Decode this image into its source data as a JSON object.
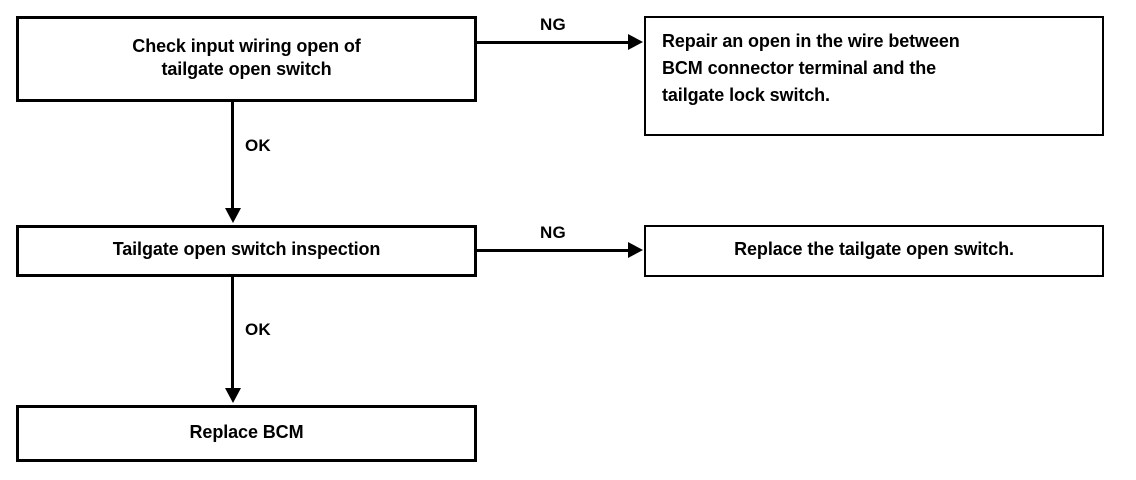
{
  "diagram": {
    "type": "troubleshooting-flowchart",
    "title": "",
    "nodes": [
      {
        "id": "check-input-wiring",
        "label": "Check input wiring open of\ntailgate open switch",
        "align": "center"
      },
      {
        "id": "repair-open-wire",
        "label": "Repair an open in the wire between\nBCM connector terminal and the\ntailgate lock switch.",
        "align": "left"
      },
      {
        "id": "tailgate-switch-inspection",
        "label": "Tailgate open switch inspection",
        "align": "center"
      },
      {
        "id": "replace-tailgate-switch",
        "label": "Replace the tailgate open switch.",
        "align": "center"
      },
      {
        "id": "replace-bcm",
        "label": "Replace BCM",
        "align": "center"
      }
    ],
    "edges": [
      {
        "id": "ng-1",
        "label": "NG",
        "from": "check-input-wiring",
        "to": "repair-open-wire",
        "direction": "right"
      },
      {
        "id": "ok-1",
        "label": "OK",
        "from": "check-input-wiring",
        "to": "tailgate-switch-inspection",
        "direction": "down"
      },
      {
        "id": "ng-2",
        "label": "NG",
        "from": "tailgate-switch-inspection",
        "to": "replace-tailgate-switch",
        "direction": "right"
      },
      {
        "id": "ok-2",
        "label": "OK",
        "from": "tailgate-switch-inspection",
        "to": "replace-bcm",
        "direction": "down"
      }
    ],
    "colors": {
      "line": "#000000",
      "background": "#ffffff",
      "text": "#000000"
    }
  }
}
